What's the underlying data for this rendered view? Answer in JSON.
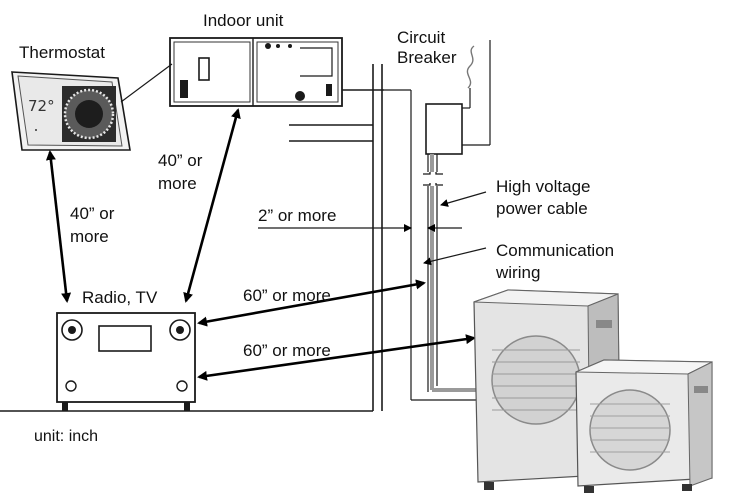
{
  "labels": {
    "thermostat": "Thermostat",
    "indoor_unit": "Indoor unit",
    "circuit_breaker_line1": "Circuit",
    "circuit_breaker_line2": "Breaker",
    "high_voltage_line1": "High voltage",
    "high_voltage_line2": "power cable",
    "communication_line1": "Communication",
    "communication_line2": "wiring",
    "radio_tv": "Radio, TV",
    "dist_thermostat_radio_line1": "40” or",
    "dist_thermostat_radio_line2": "more",
    "dist_indoor_radio_line1": "40” or",
    "dist_indoor_radio_line2": "more",
    "dist_2in": "2” or more",
    "dist_60_upper": "60” or more",
    "dist_60_lower": "60” or more",
    "unit": "unit: inch",
    "thermostat_display": "72°"
  },
  "colors": {
    "line": "#1a1a1a",
    "device_fill": "#ffffff",
    "outdoor_unit_fill": "#e4e4e4",
    "outdoor_unit_shade": "#bdbdbd",
    "cable_grey": "#9a9a9a"
  },
  "icons": [
    "thermostat-icon",
    "indoor-unit-icon",
    "circuit-breaker-icon",
    "radio-tv-icon",
    "outdoor-unit-icon"
  ]
}
